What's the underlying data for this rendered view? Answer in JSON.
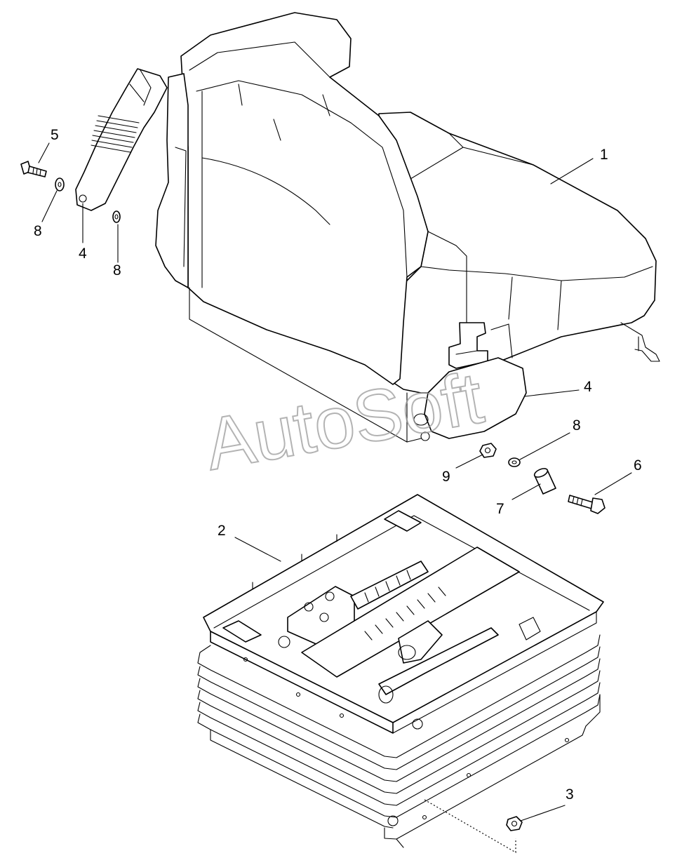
{
  "diagram": {
    "watermark": "AutoSoft",
    "callouts": {
      "c1": "1",
      "c2": "2",
      "c3": "3",
      "c4a": "4",
      "c4b": "4",
      "c5": "5",
      "c6": "6",
      "c7": "7",
      "c8a": "8",
      "c8b": "8",
      "c8c": "8",
      "c9": "9"
    }
  }
}
